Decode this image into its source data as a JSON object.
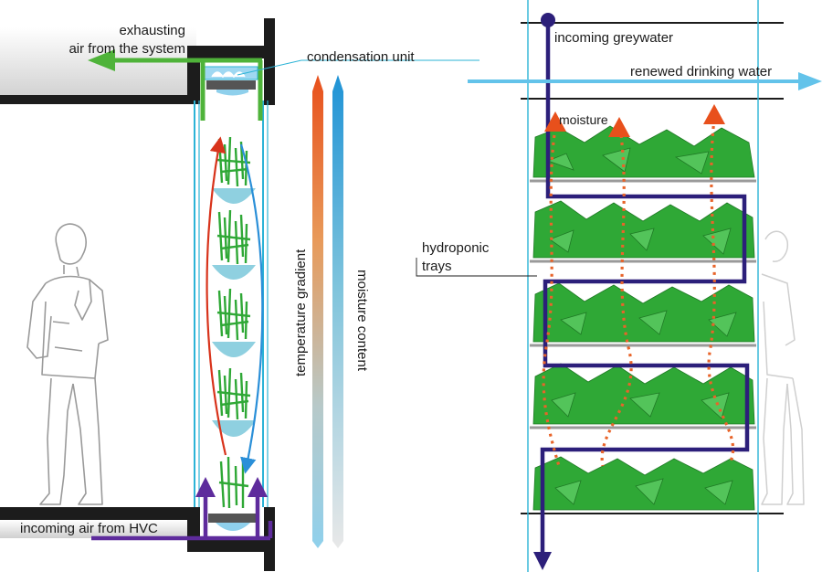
{
  "labels": {
    "exhausting_line1": "exhausting",
    "exhausting_line2": "air from the system",
    "condensation_unit": "condensation unit",
    "incoming_air": "incoming air from HVC",
    "temperature_gradient": "temperature gradient",
    "moisture_content": "moisture content",
    "incoming_greywater": "incoming greywater",
    "renewed_drinking_water": "renewed drinking water",
    "moisture": "moisture",
    "hydroponic_line1": "hydroponic",
    "hydroponic_line2": "trays"
  },
  "colors": {
    "green_plants": "#2fa836",
    "green_arrow": "#4fb33a",
    "light_blue": "#63c3ea",
    "cyan_line": "#2bb3d6",
    "navy": "#2c1f7a",
    "purple": "#5e2b9c",
    "orange": "#e8501c",
    "orange_dots": "#e8642a",
    "red_arrow": "#d8331b",
    "blue_arrow": "#2a8fd8",
    "dark_struct": "#1c1c1c",
    "tray": "#9a9a9a"
  },
  "icons": [
    "person-figure",
    "plant-column",
    "condensation-unit-icon",
    "greywater-inlet-dot"
  ]
}
